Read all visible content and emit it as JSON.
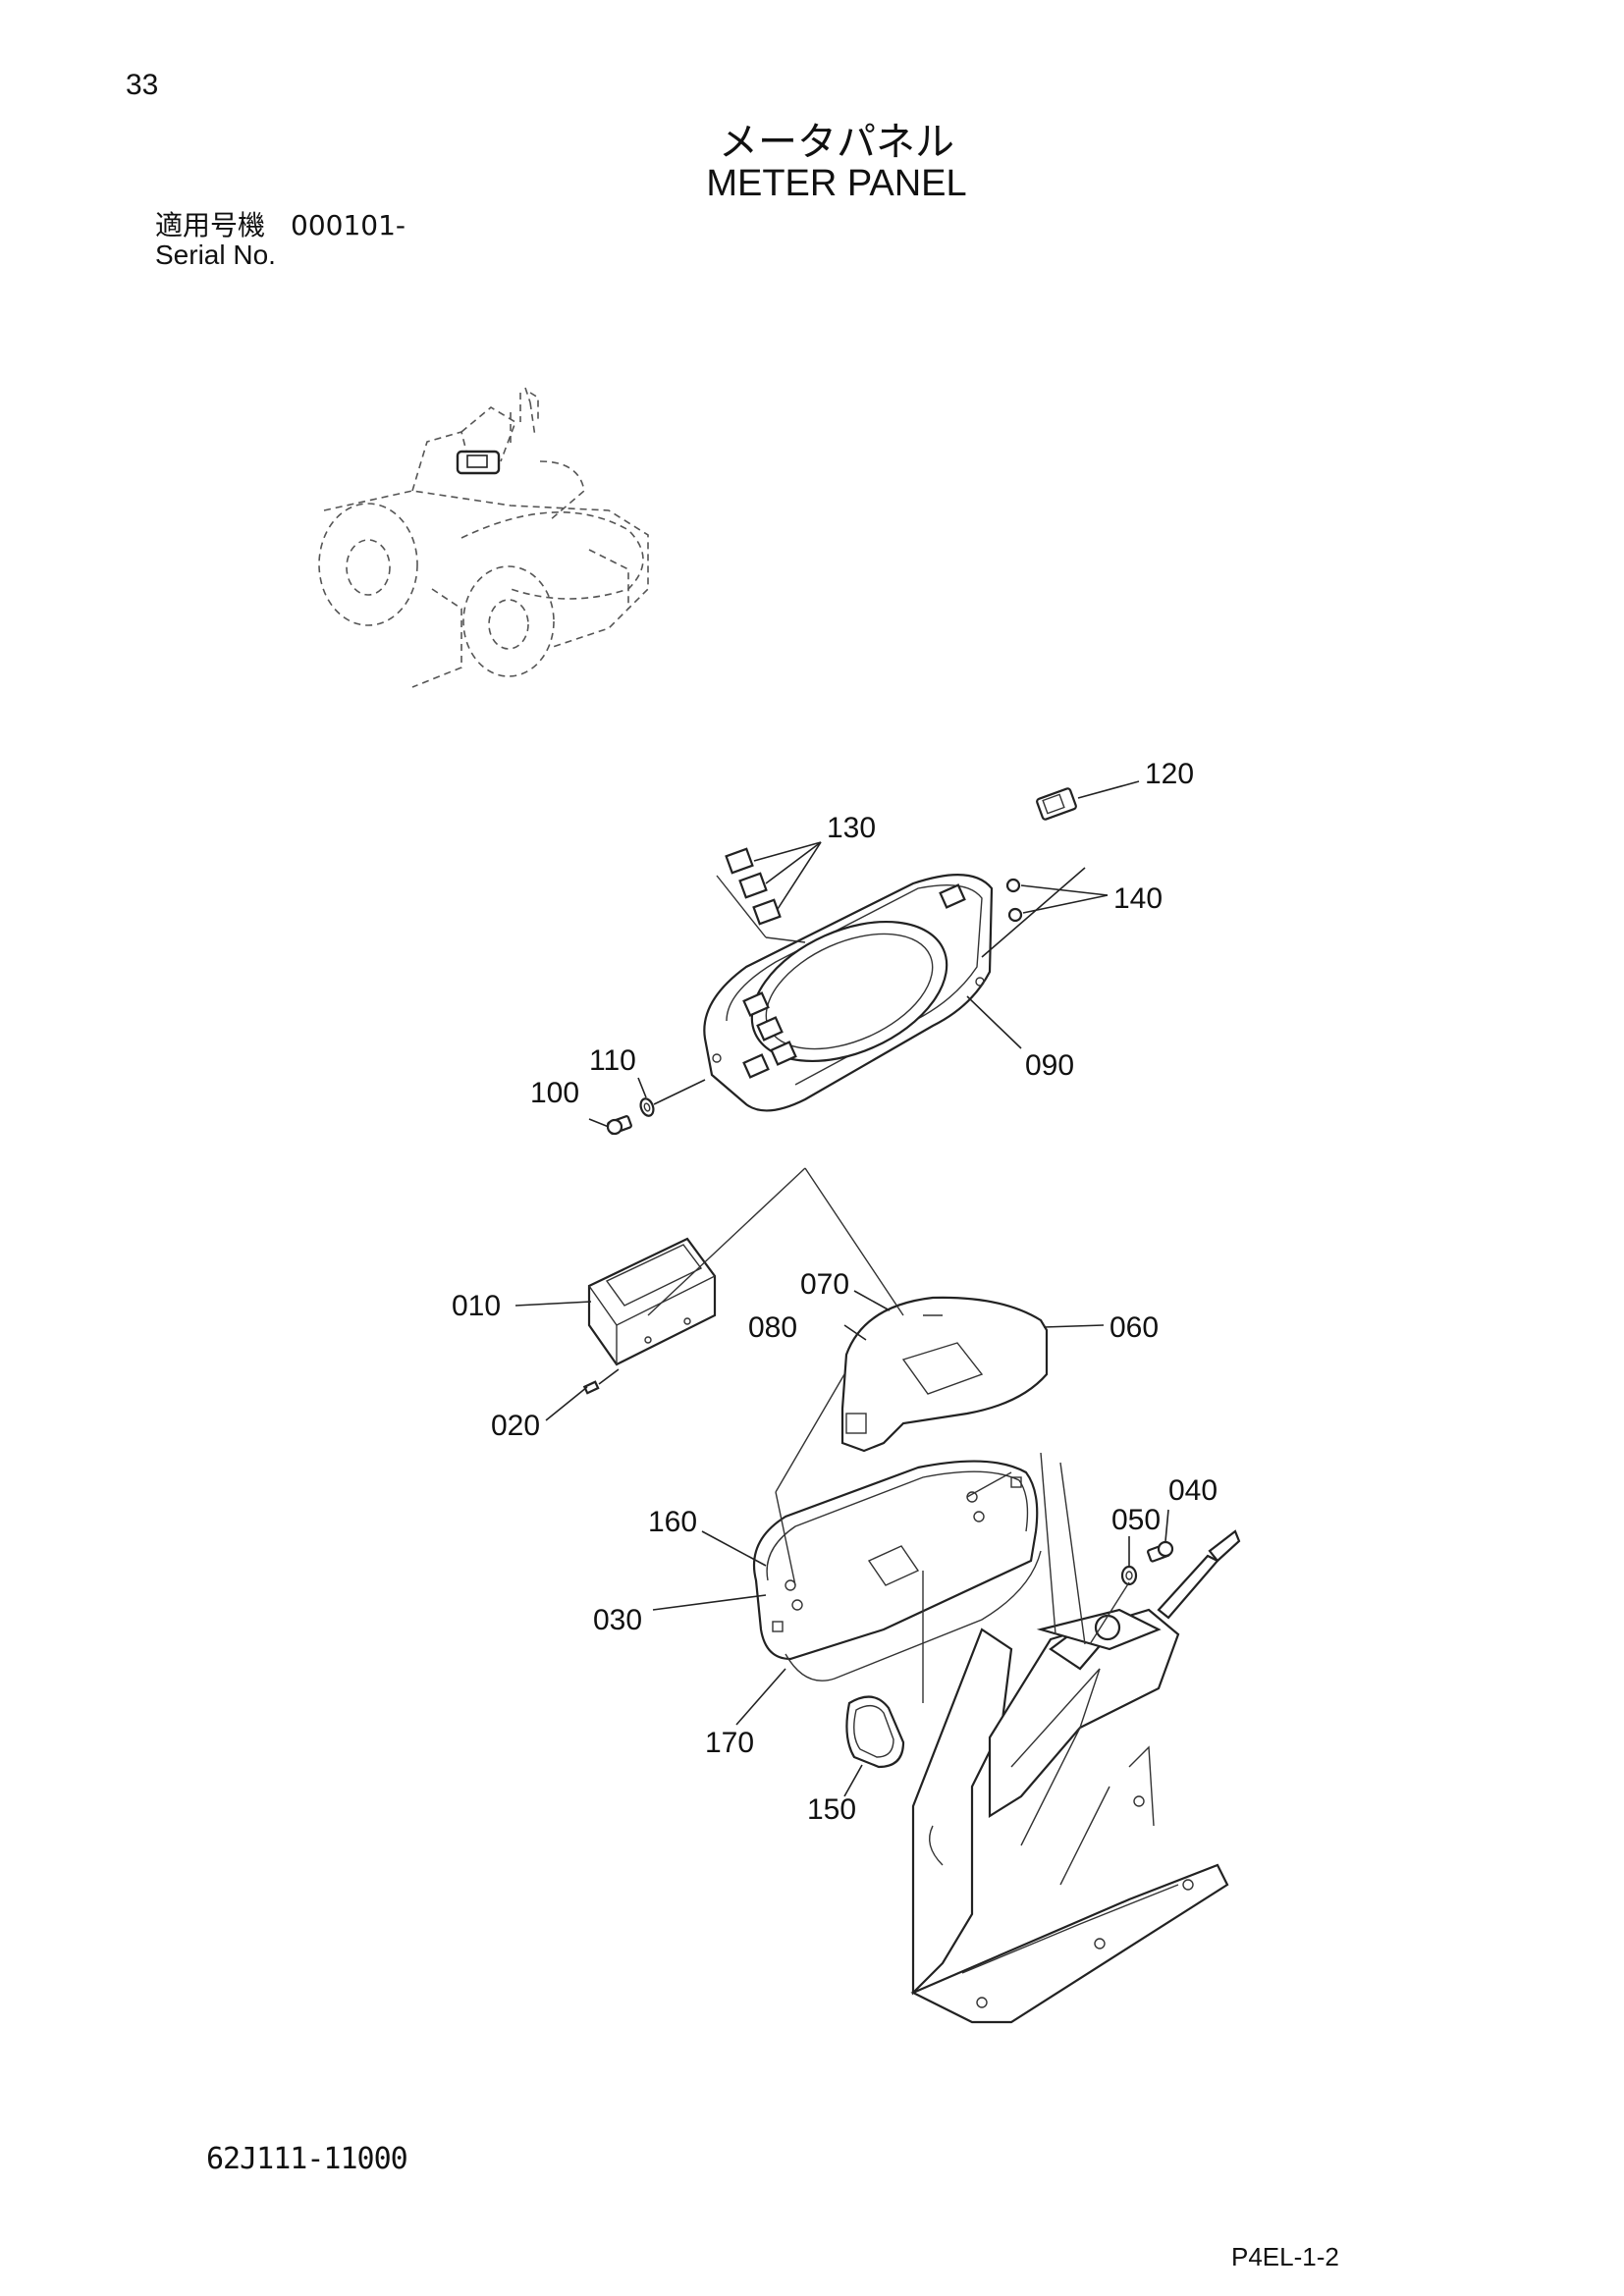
{
  "page_number": "33",
  "title": {
    "jp": "メータパネル",
    "en": "METER PANEL"
  },
  "serial": {
    "jp_label": "適用号機",
    "value": "000101-",
    "en_label": "Serial No."
  },
  "callouts": {
    "c010": "010",
    "c020": "020",
    "c030": "030",
    "c040": "040",
    "c050": "050",
    "c060": "060",
    "c070": "070",
    "c080": "080",
    "c090": "090",
    "c100": "100",
    "c110": "110",
    "c120": "120",
    "c130": "130",
    "c140": "140",
    "c150": "150",
    "c160": "160",
    "c170": "170"
  },
  "footer": {
    "code": "62J111-11000",
    "page_ref": "P4EL-1-2"
  }
}
